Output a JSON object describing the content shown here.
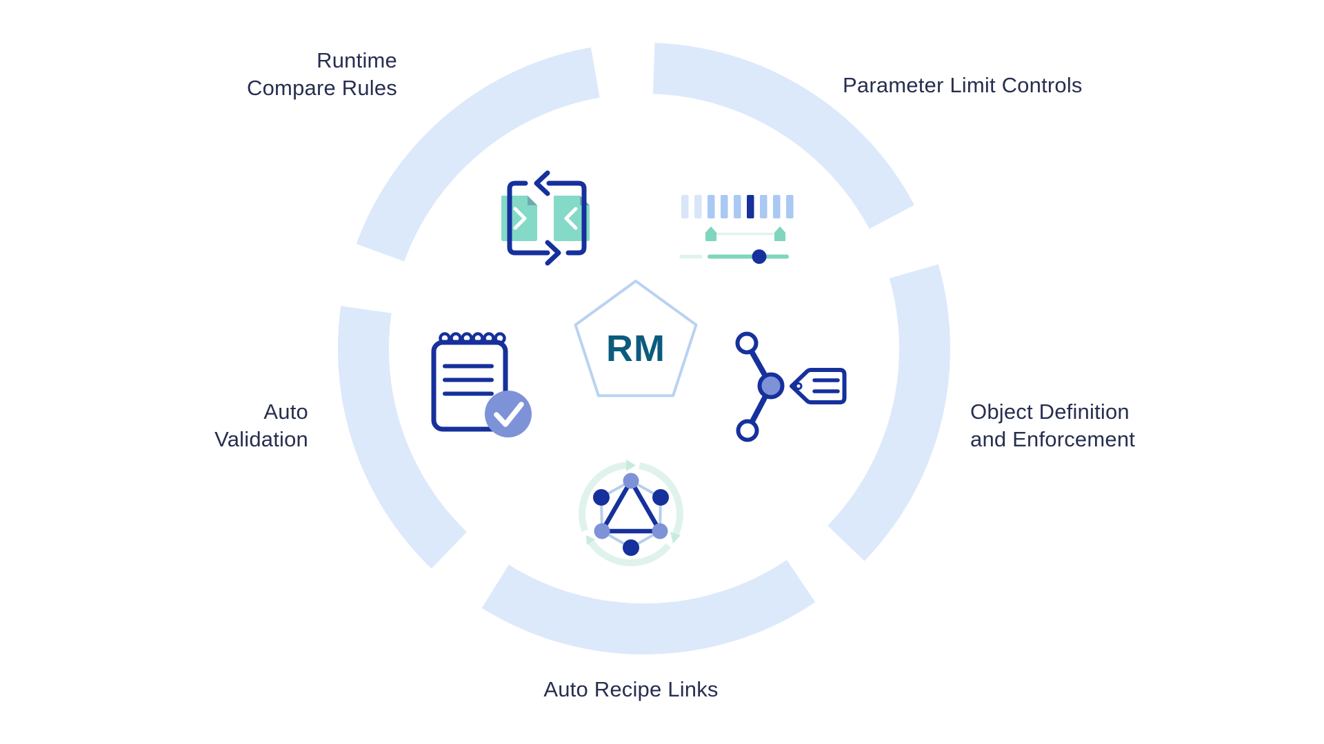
{
  "center": {
    "abbr": "RM"
  },
  "features": [
    {
      "id": "runtime-compare-rules",
      "icon": "document-compare-icon",
      "lines": [
        "Runtime",
        "Compare Rules"
      ]
    },
    {
      "id": "parameter-limit-controls",
      "icon": "limit-slider-icon",
      "lines": [
        "Parameter Limit Controls"
      ]
    },
    {
      "id": "auto-validation",
      "icon": "validated-notepad-icon",
      "lines": [
        "Auto",
        "Validation"
      ]
    },
    {
      "id": "object-definition-and-enforcement",
      "icon": "object-tag-icon",
      "lines": [
        "Object Definition",
        "and Enforcement"
      ]
    },
    {
      "id": "auto-recipe-links",
      "icon": "recipe-links-icon",
      "lines": [
        "Auto Recipe Links"
      ]
    }
  ],
  "colors": {
    "ring": "#dce9fb",
    "navy": "#16309c",
    "teal": "#85dac7",
    "teal_fold": "#6fa9ad",
    "mint": "#7fd5be",
    "mint_pale": "#dff3ec",
    "mint_arrow": "#c7ecdd",
    "periwinkle": "#7e92d8",
    "bar_pale": "#d8e6f8",
    "bar_blue": "#a9c9f2",
    "hex_edge": "#b6cdee",
    "pentagon_stroke": "#b9d2f0",
    "rm_text": "#0b5b7e",
    "label_text": "#272e4f"
  }
}
